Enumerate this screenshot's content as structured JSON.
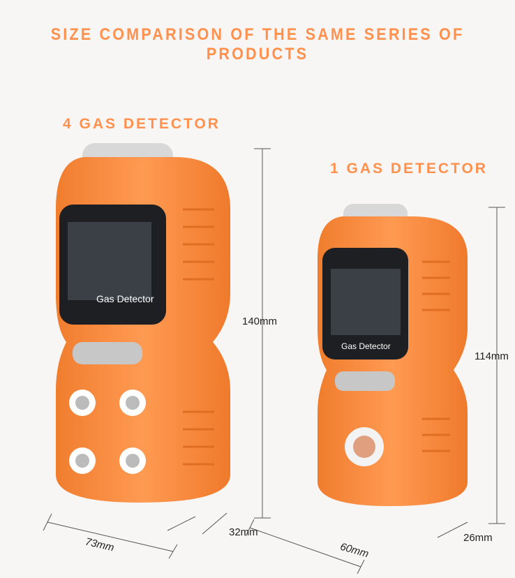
{
  "title": "SIZE COMPARISON OF THE SAME SERIES OF PRODUCTS",
  "products": [
    {
      "name": "4 GAS DETECTOR",
      "screen_label": "Gas Detector",
      "height": "140mm",
      "width": "73mm",
      "depth": "32mm"
    },
    {
      "name": "1 GAS DETECTOR",
      "screen_label": "Gas Detector",
      "height": "114mm",
      "width": "60mm",
      "depth": "26mm"
    }
  ],
  "colors": {
    "accent": "#ff914d",
    "body": "#f58a3c",
    "screen": "#2a2e33"
  }
}
